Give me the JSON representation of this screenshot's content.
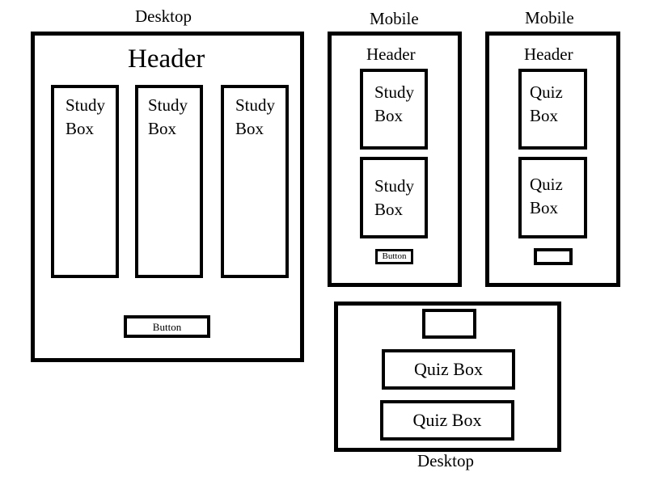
{
  "desktop_study": {
    "title": "Desktop",
    "header": "Header",
    "boxes": [
      "Study\nBox",
      "Study\nBox",
      "Study\nBox"
    ],
    "button": "Button"
  },
  "mobile_study": {
    "title": "Mobile",
    "header": "Header",
    "boxes": [
      "Study\nBox",
      "Study\nBox"
    ],
    "button": "Button"
  },
  "mobile_quiz": {
    "title": "Mobile",
    "header": "Header",
    "boxes": [
      "Quiz\nBox",
      "Quiz\nBox"
    ],
    "button": ""
  },
  "desktop_quiz": {
    "title": "Desktop",
    "boxes": [
      "Quiz Box",
      "Quiz Box"
    ]
  }
}
